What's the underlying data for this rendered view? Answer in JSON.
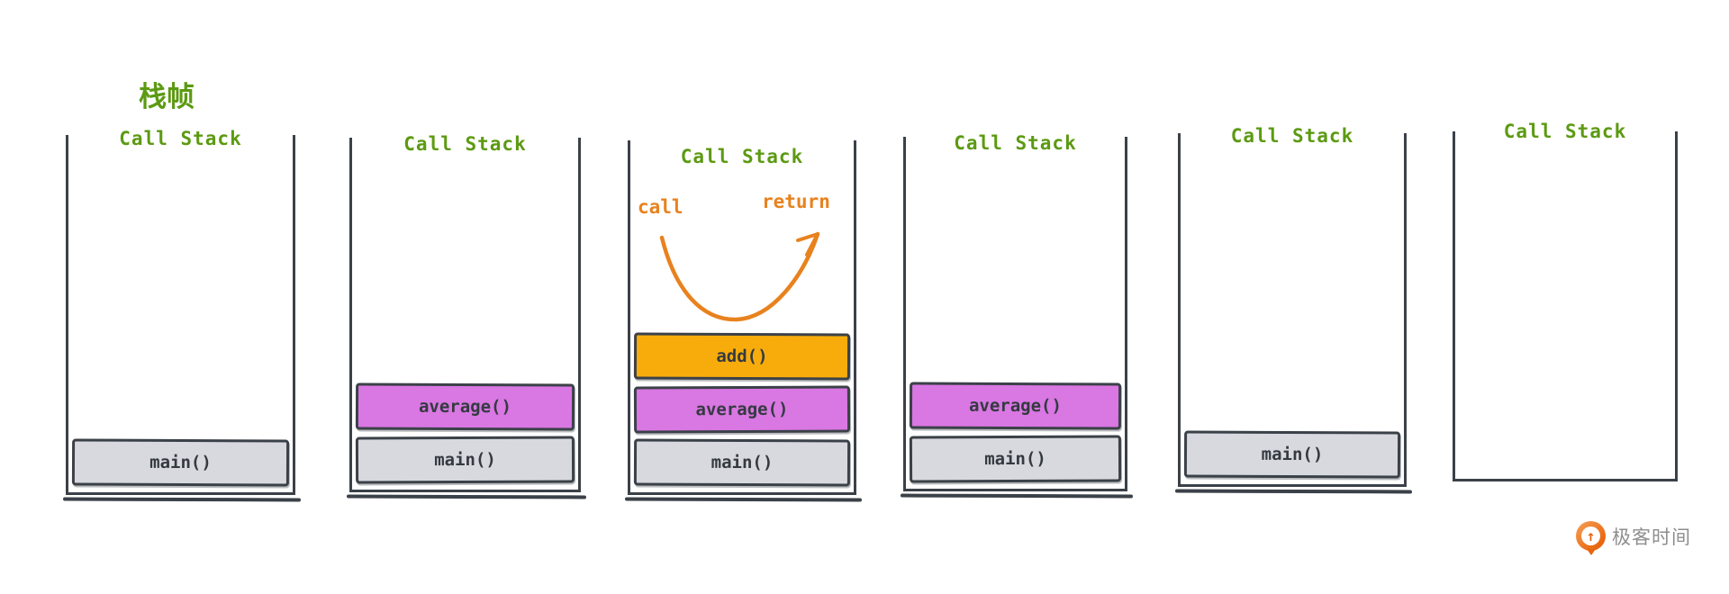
{
  "main_title": "栈帧",
  "colors": {
    "title_green": "#5c9a12",
    "stroke_dark": "#3b4148",
    "frame_main_gray": "#d7d9de",
    "frame_average_purple": "#d977e3",
    "frame_add_orange": "#f8ac0c",
    "annotation_orange": "#e8821e",
    "brand_orange": "#e9650f",
    "brand_text_gray": "#8e8e8e"
  },
  "stacks": [
    {
      "title": "Call Stack",
      "frames": [
        {
          "fn": "main()"
        }
      ]
    },
    {
      "title": "Call Stack",
      "frames": [
        {
          "fn": "average()"
        },
        {
          "fn": "main()"
        }
      ]
    },
    {
      "title": "Call Stack",
      "frames": [
        {
          "fn": "add()"
        },
        {
          "fn": "average()"
        },
        {
          "fn": "main()"
        }
      ],
      "annotations": {
        "call": "call",
        "return": "return"
      }
    },
    {
      "title": "Call Stack",
      "frames": [
        {
          "fn": "average()"
        },
        {
          "fn": "main()"
        }
      ]
    },
    {
      "title": "Call Stack",
      "frames": [
        {
          "fn": "main()"
        }
      ]
    },
    {
      "title": "Call Stack",
      "frames": []
    }
  ],
  "brand": {
    "text": "极客时间"
  }
}
